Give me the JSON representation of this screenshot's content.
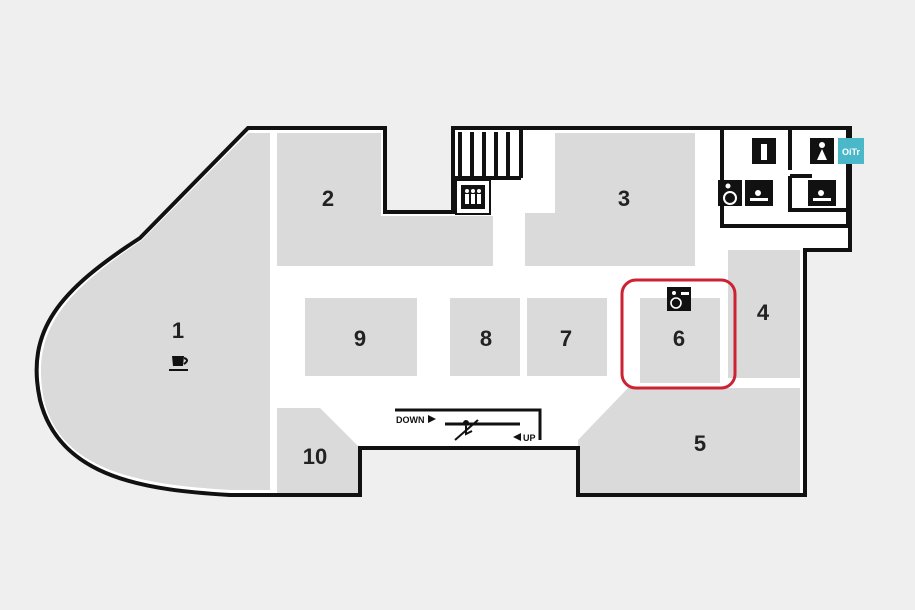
{
  "floor_map": {
    "units": [
      {
        "id": "1",
        "label": "1",
        "amenity": "cafe-cup-icon"
      },
      {
        "id": "2",
        "label": "2"
      },
      {
        "id": "3",
        "label": "3"
      },
      {
        "id": "4",
        "label": "4"
      },
      {
        "id": "5",
        "label": "5"
      },
      {
        "id": "6",
        "label": "6",
        "amenity": "accessible-baby-icon",
        "highlighted": true
      },
      {
        "id": "7",
        "label": "7"
      },
      {
        "id": "8",
        "label": "8"
      },
      {
        "id": "9",
        "label": "9"
      },
      {
        "id": "10",
        "label": "10"
      }
    ],
    "escalator": {
      "down_label": "DOWN",
      "up_label": "UP"
    },
    "restroom_badge": "OiTr",
    "facilities": [
      "stairs-icon",
      "elevator-icon",
      "mens-restroom-icon",
      "womens-restroom-icon",
      "wheelchair-icon",
      "baby-changing-icon",
      "escalator-icon"
    ],
    "colors": {
      "background": "#efefef",
      "room": "#dadada",
      "wall": "#111111",
      "highlight": "#cc2233",
      "badge": "#4ab8c8"
    }
  }
}
